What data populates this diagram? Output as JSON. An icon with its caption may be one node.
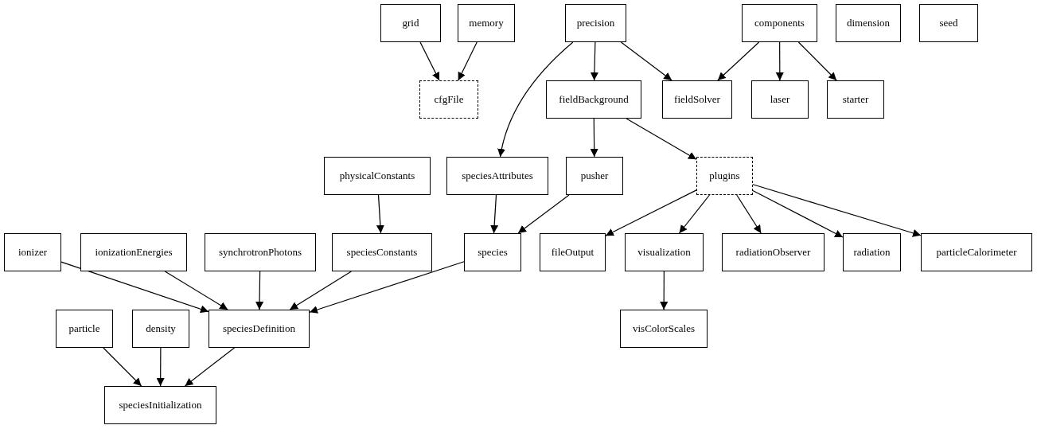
{
  "diagram": {
    "nodes": [
      {
        "text": [
          "grid"
        ]
      },
      {
        "text": [
          "memory"
        ]
      },
      {
        "text": [
          "precision"
        ]
      },
      {
        "text": [
          "components"
        ]
      },
      {
        "text": [
          "dimension"
        ]
      },
      {
        "text": [
          "seed"
        ]
      },
      {
        "text": [
          "cfgFile"
        ]
      },
      {
        "text": [
          "fieldBackground"
        ]
      },
      {
        "text": [
          "fieldSolver"
        ]
      },
      {
        "text": [
          "laser"
        ]
      },
      {
        "text": [
          "starter"
        ]
      },
      {
        "text": [
          "physicalConstants"
        ]
      },
      {
        "text": [
          "speciesAttributes"
        ]
      },
      {
        "text": [
          "pusher"
        ]
      },
      {
        "text": [
          "plugins"
        ]
      },
      {
        "text": [
          "ionizer"
        ]
      },
      {
        "text": [
          "ionizationEnergies"
        ]
      },
      {
        "text": [
          "synchrotronPhotons"
        ]
      },
      {
        "text": [
          "speciesConstants"
        ]
      },
      {
        "text": [
          "species"
        ]
      },
      {
        "text": [
          "fileOutput"
        ]
      },
      {
        "text": [
          "visualization"
        ]
      },
      {
        "text": [
          "radiationObserver"
        ]
      },
      {
        "text": [
          "radiation"
        ]
      },
      {
        "text": [
          "particleCalorimeter"
        ]
      },
      {
        "text": [
          "particle"
        ]
      },
      {
        "text": [
          "density"
        ]
      },
      {
        "text": [
          "speciesDefinition"
        ]
      },
      {
        "text": [
          "visColorScales"
        ]
      },
      {
        "text": [
          "speciesInitialization"
        ]
      }
    ],
    "edges": [
      {
        "from": 0,
        "to": 6,
        "arrow": "to"
      },
      {
        "from": 1,
        "to": 6,
        "arrow": "to"
      },
      {
        "from": 2,
        "to": 7,
        "arrow": "to"
      },
      {
        "from": 2,
        "to": 8,
        "arrow": "to"
      },
      {
        "from": 2,
        "to": 12,
        "arrow": "to"
      },
      {
        "from": 3,
        "to": 8,
        "arrow": "to"
      },
      {
        "from": 3,
        "to": 9,
        "arrow": "to"
      },
      {
        "from": 3,
        "to": 10,
        "arrow": "to"
      },
      {
        "from": 7,
        "to": 13,
        "arrow": "to"
      },
      {
        "from": 7,
        "to": 14,
        "arrow": "to"
      },
      {
        "from": 11,
        "to": 18,
        "arrow": "to"
      },
      {
        "from": 12,
        "to": 19,
        "arrow": "to"
      },
      {
        "from": 13,
        "to": 19,
        "arrow": "to"
      },
      {
        "from": 14,
        "to": 20,
        "arrow": "to"
      },
      {
        "from": 14,
        "to": 21,
        "arrow": "to"
      },
      {
        "from": 14,
        "to": 22,
        "arrow": "to"
      },
      {
        "from": 14,
        "to": 23,
        "arrow": "to"
      },
      {
        "from": 14,
        "to": 24,
        "arrow": "to"
      },
      {
        "from": 15,
        "to": 27,
        "arrow": "to"
      },
      {
        "from": 16,
        "to": 27,
        "arrow": "to"
      },
      {
        "from": 17,
        "to": 27,
        "arrow": "to"
      },
      {
        "from": 18,
        "to": 27,
        "arrow": "to"
      },
      {
        "from": 19,
        "to": 27,
        "arrow": "to"
      },
      {
        "from": 21,
        "to": 28,
        "arrow": "to"
      },
      {
        "from": 25,
        "to": 29,
        "arrow": "to"
      },
      {
        "from": 26,
        "to": 29,
        "arrow": "to"
      },
      {
        "from": 27,
        "to": 29,
        "arrow": "to"
      }
    ]
  }
}
